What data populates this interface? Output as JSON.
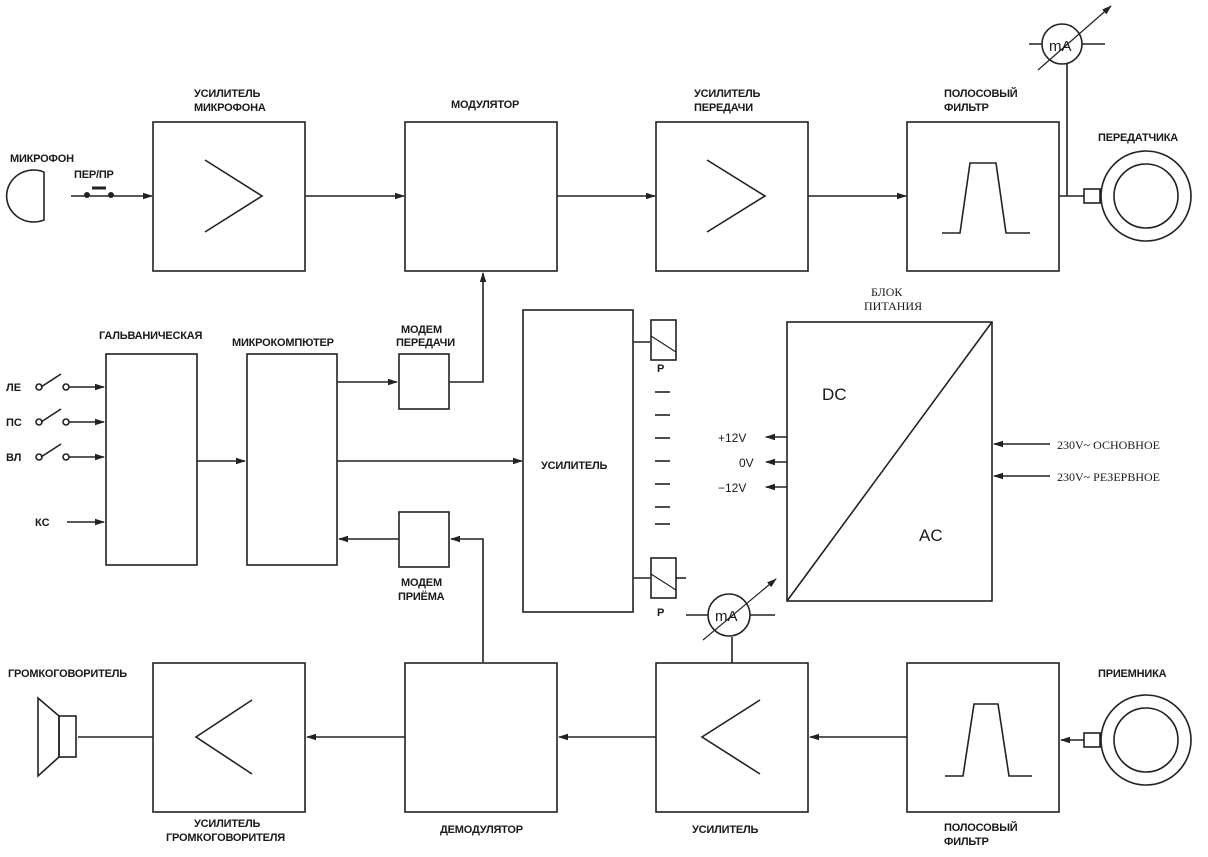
{
  "labels": {
    "mic_amp_1": "УСИЛИТЕЛЬ",
    "mic_amp_2": "МИКРОФОНА",
    "modulator": "МОДУЛЯТОР",
    "tx_amp_1": "УСИЛИТЕЛЬ",
    "tx_amp_2": "ПЕРЕДАЧИ",
    "tx_filter_1": "ПОЛОСОВЫЙ",
    "tx_filter_2": "ФИЛЬТР",
    "transmitter": "ПЕРЕДАТЧИКА",
    "microphone": "МИКРОФОН",
    "ptt": "ПЕР/ПР",
    "galvanic": "ГАЛЬВАНИЧЕСКАЯ",
    "microcomputer": "МИКРОКОМПЮТЕР",
    "tx_modem_1": "МОДЕМ",
    "tx_modem_2": "ПЕРЕДАЧИ",
    "amplifier": "УСИЛИТЕЛЬ",
    "psu_1": "БЛОК",
    "psu_2": "ПИТАНИЯ",
    "dc": "DC",
    "ac": "AC",
    "v_plus12": "+12V",
    "v_0": "0V",
    "v_minus12": "−12V",
    "mains_main": "230V~ ОСНОВНОЕ",
    "mains_backup": "230V~ РЕЗЕРВНОЕ",
    "relay_top": "P",
    "relay_bottom": "P",
    "le": "ЛЕ",
    "ps": "ПС",
    "vl": "ВЛ",
    "ks": "КС",
    "rx_modem_1": "МОДЕМ",
    "rx_modem_2": "ПРИЁМА",
    "loudspeaker": "ГРОМКОГОВОРИТЕЛЬ",
    "receiver": "ПРИЕМНИКА",
    "spk_amp_1": "УСИЛИТЕЛЬ",
    "spk_amp_2": "ГРОМКОГОВОРИТЕЛЯ",
    "demodulator": "ДЕМОДУЛЯТОР",
    "rx_amp": "УСИЛИТЕЛЬ",
    "rx_filter_1": "ПОЛОСОВЫЙ",
    "rx_filter_2": "ФИЛЬТР",
    "meter_tx": "mA",
    "meter_rx": "mA"
  }
}
